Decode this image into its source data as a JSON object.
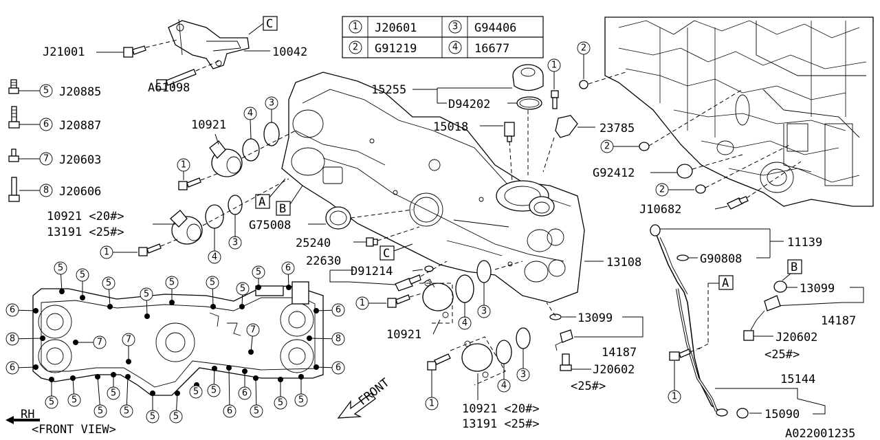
{
  "legend_table": {
    "rows": [
      {
        "n1": "1",
        "p1": "J20601",
        "n2": "3",
        "p2": "G94406"
      },
      {
        "n1": "2",
        "p1": "G91219",
        "n2": "4",
        "p2": "16677"
      }
    ]
  },
  "fasteners_key": [
    {
      "n": "5",
      "part": "J20885"
    },
    {
      "n": "6",
      "part": "J20887"
    },
    {
      "n": "7",
      "part": "J20603"
    },
    {
      "n": "8",
      "part": "J20606"
    }
  ],
  "parts": {
    "j21001": "J21001",
    "p10042": "10042",
    "a61098": "A61098",
    "p10921_top": "10921",
    "p10921_20": "10921 <20#>",
    "p13191_25": "13191 <25#>",
    "p15255": "15255",
    "d94202": "D94202",
    "p15018": "15018",
    "p23785": "23785",
    "g92412": "G92412",
    "j10682": "J10682",
    "g75008": "G75008",
    "p25240": "25240",
    "p22630": "22630",
    "d91214": "D91214",
    "p13108": "13108",
    "p13099_mid": "13099",
    "p14187_mid": "14187",
    "j20602_mid": "J20602",
    "p25_mid": "<25#>",
    "p10921_mid": "10921",
    "p10921_bot": "10921 <20#>",
    "p13191_bot": "13191 <25#>",
    "p11139": "11139",
    "g90808": "G90808",
    "p13099_right": "13099",
    "p14187_right": "14187",
    "j20602_right": "J20602",
    "p25_right": "<25#>",
    "p15144": "15144",
    "p15090": "15090"
  },
  "ref_boxes": {
    "a": "A",
    "b": "B",
    "c": "C"
  },
  "callouts": {
    "c1": "1",
    "c2": "2",
    "c3": "3",
    "c4": "4",
    "c5": "5",
    "c6": "6",
    "c7": "7",
    "c8": "8"
  },
  "annotations": {
    "rh": "RH",
    "front_view": "<FRONT VIEW>",
    "front": "FRONT",
    "figure_id": "A022001235"
  }
}
